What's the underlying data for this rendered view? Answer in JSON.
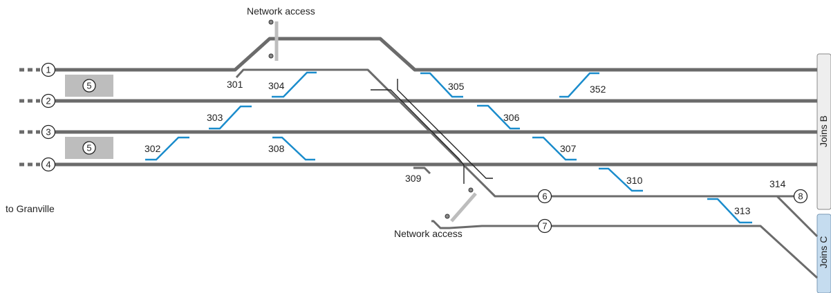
{
  "tracks": [
    {
      "id": "1",
      "label": "1"
    },
    {
      "id": "2",
      "label": "2"
    },
    {
      "id": "3",
      "label": "3"
    },
    {
      "id": "4",
      "label": "4"
    },
    {
      "id": "6",
      "label": "6"
    },
    {
      "id": "7",
      "label": "7"
    },
    {
      "id": "8",
      "label": "8"
    }
  ],
  "platforms": [
    {
      "label": "5"
    },
    {
      "label": "5"
    }
  ],
  "switches": [
    "301",
    "302",
    "303",
    "304",
    "305",
    "306",
    "307",
    "308",
    "309",
    "310",
    "313",
    "314",
    "352"
  ],
  "network_access": [
    "Network access",
    "Network access"
  ],
  "direction_label": "to Granville",
  "joins": [
    {
      "label": "Joins B",
      "color": "#eeeeee"
    },
    {
      "label": "Joins C",
      "color": "#c5dcef"
    }
  ],
  "colors": {
    "track": "#6b6b6b",
    "switch": "#1a8ccc",
    "access": "#bdbdbd",
    "platform": "#bdbdbd"
  }
}
